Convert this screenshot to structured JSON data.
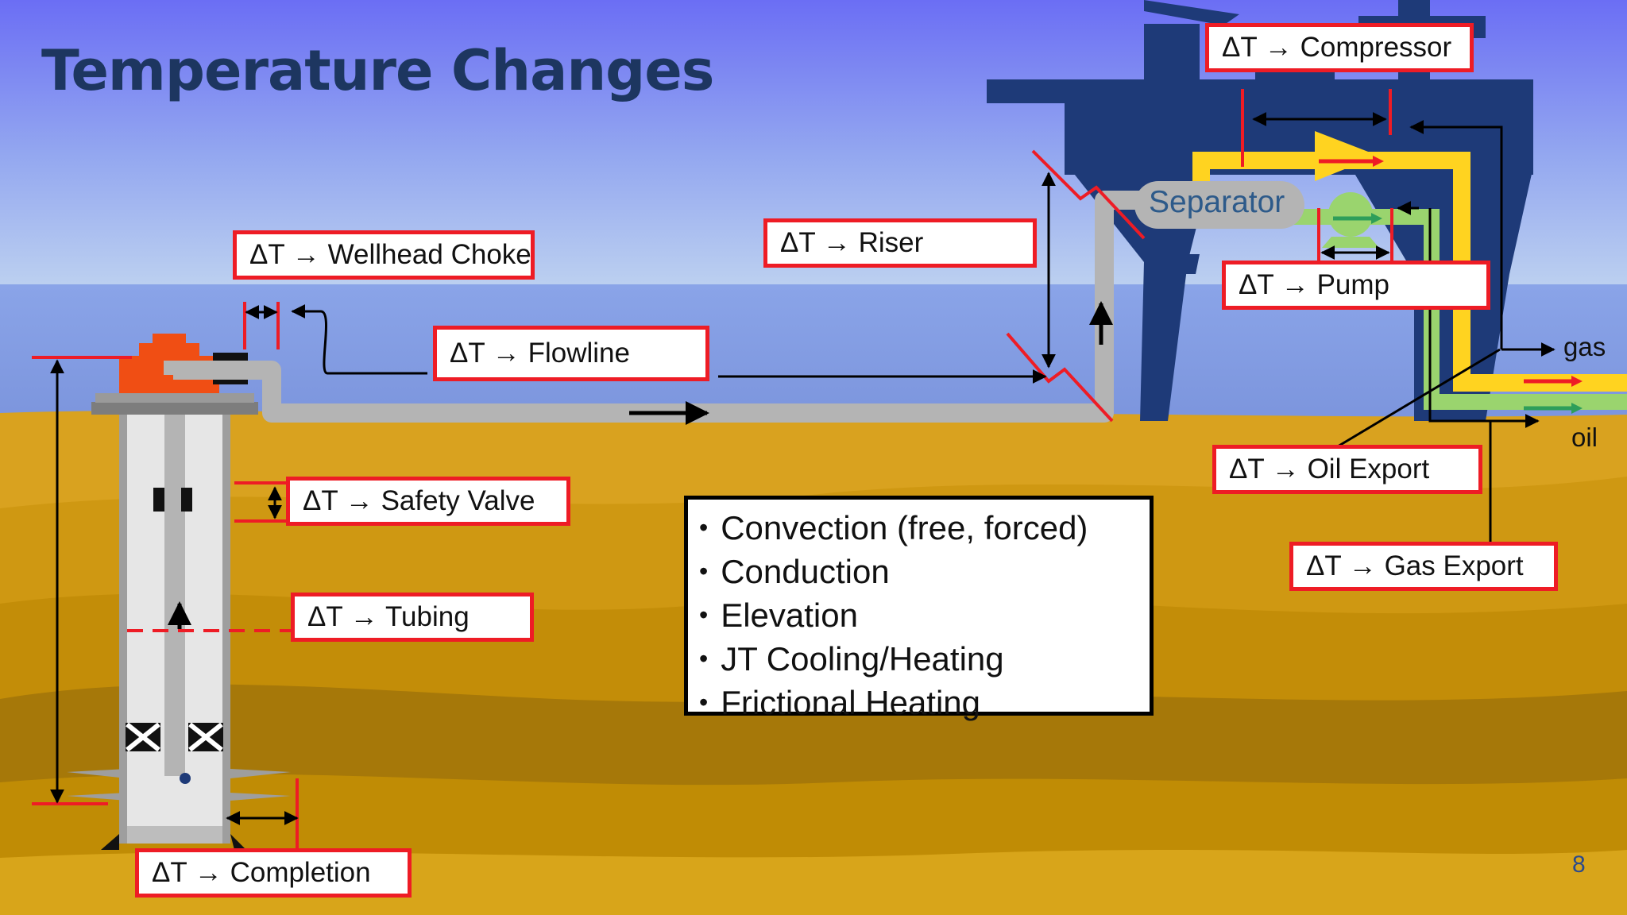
{
  "slide": {
    "title": "Temperature Changes",
    "page_number": "8"
  },
  "labels": {
    "compressor": "ΔT → Compressor",
    "wellhead_choke": "ΔT → Wellhead Choke",
    "riser": "ΔT → Riser",
    "pump": "ΔT → Pump",
    "flowline": "ΔT → Flowline",
    "safety_valve": "ΔT → Safety Valve",
    "tubing": "ΔT → Tubing",
    "oil_export": "ΔT → Oil Export",
    "gas_export": "ΔT → Gas Export",
    "completion": "ΔT → Completion"
  },
  "diagram": {
    "separator": "Separator",
    "gas": "gas",
    "oil": "oil"
  },
  "mechanisms": [
    "Convection (free, forced)",
    "Conduction",
    "Elevation",
    "JT Cooling/Heating",
    "Frictional Heating"
  ],
  "colors": {
    "label_border": "#ee1c25",
    "platform": "#1e3a78",
    "gas_line": "#ffd320",
    "oil_line": "#9ad46e",
    "pipe": "#b4b4b4",
    "wellhead": "#f04e14"
  }
}
